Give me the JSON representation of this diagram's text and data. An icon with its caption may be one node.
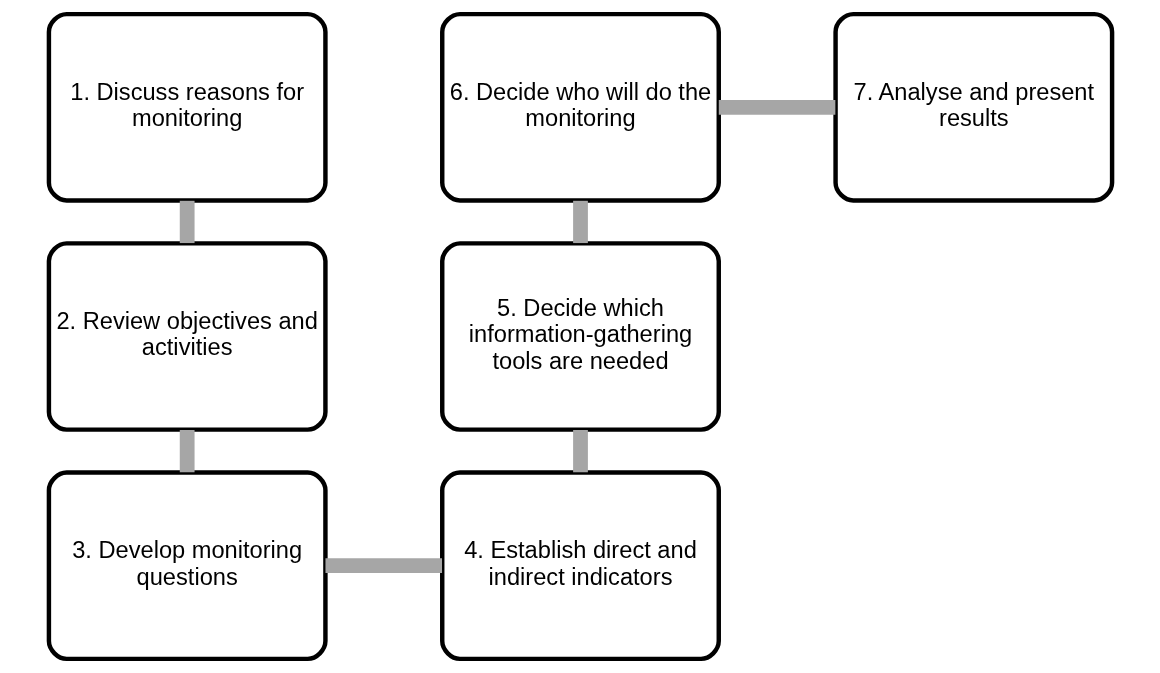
{
  "diagram": {
    "nodes": [
      {
        "text": [
          "1. Discuss reasons for monitoring"
        ]
      },
      {
        "text": [
          "2. Review objectives and activities"
        ]
      },
      {
        "text": [
          "3. Develop monitoring questions"
        ]
      },
      {
        "text": [
          "4. Establish direct and indirect indicators"
        ]
      },
      {
        "text": [
          "5. Decide which information-gathering tools are needed"
        ]
      },
      {
        "text": [
          "6. Decide who will do the monitoring"
        ]
      },
      {
        "text": [
          "7. Analyse and present results"
        ]
      }
    ],
    "edges": [
      {
        "from": 0,
        "to": 1,
        "arrow": "none",
        "color": "#a6a6a6"
      },
      {
        "from": 1,
        "to": 2,
        "arrow": "none",
        "color": "#a6a6a6"
      },
      {
        "from": 2,
        "to": 3,
        "arrow": "none",
        "color": "#a6a6a6"
      },
      {
        "from": 3,
        "to": 4,
        "arrow": "none",
        "color": "#a6a6a6"
      },
      {
        "from": 4,
        "to": 5,
        "arrow": "none",
        "color": "#a6a6a6"
      },
      {
        "from": 5,
        "to": 6,
        "arrow": "none",
        "color": "#a6a6a6"
      }
    ]
  }
}
